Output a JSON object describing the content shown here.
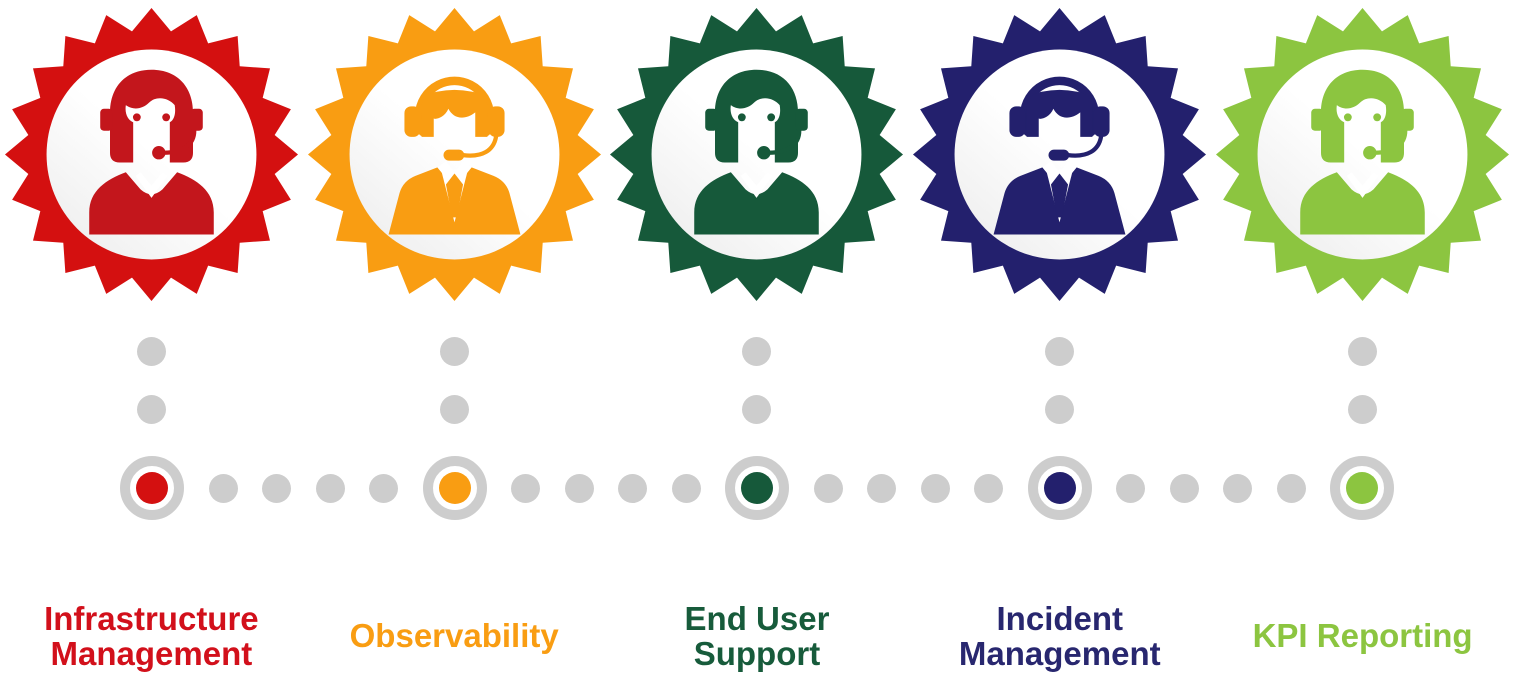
{
  "diagram": {
    "background_color": "#ffffff",
    "connector_color": "#cdcdcd",
    "dots_between_nodes": 4,
    "vertical_dots_per_item": 2,
    "items": [
      {
        "label": "Infrastructure\nManagement",
        "badge_color": "#d41010",
        "icon_color": "#c3161c",
        "text_color": "#d2101b",
        "icon": "female-agent"
      },
      {
        "label": "Observability",
        "badge_color": "#f99d12",
        "icon_color": "#f99d12",
        "text_color": "#f99d12",
        "icon": "male-agent"
      },
      {
        "label": "End User\nSupport",
        "badge_color": "#16593a",
        "icon_color": "#16593a",
        "text_color": "#175b3b",
        "icon": "female-agent"
      },
      {
        "label": "Incident\nManagement",
        "badge_color": "#23206d",
        "icon_color": "#23206d",
        "text_color": "#28276f",
        "icon": "male-agent"
      },
      {
        "label": "KPI Reporting",
        "badge_color": "#8cc540",
        "icon_color": "#8cc540",
        "text_color": "#8cc540",
        "icon": "female-agent"
      }
    ]
  }
}
